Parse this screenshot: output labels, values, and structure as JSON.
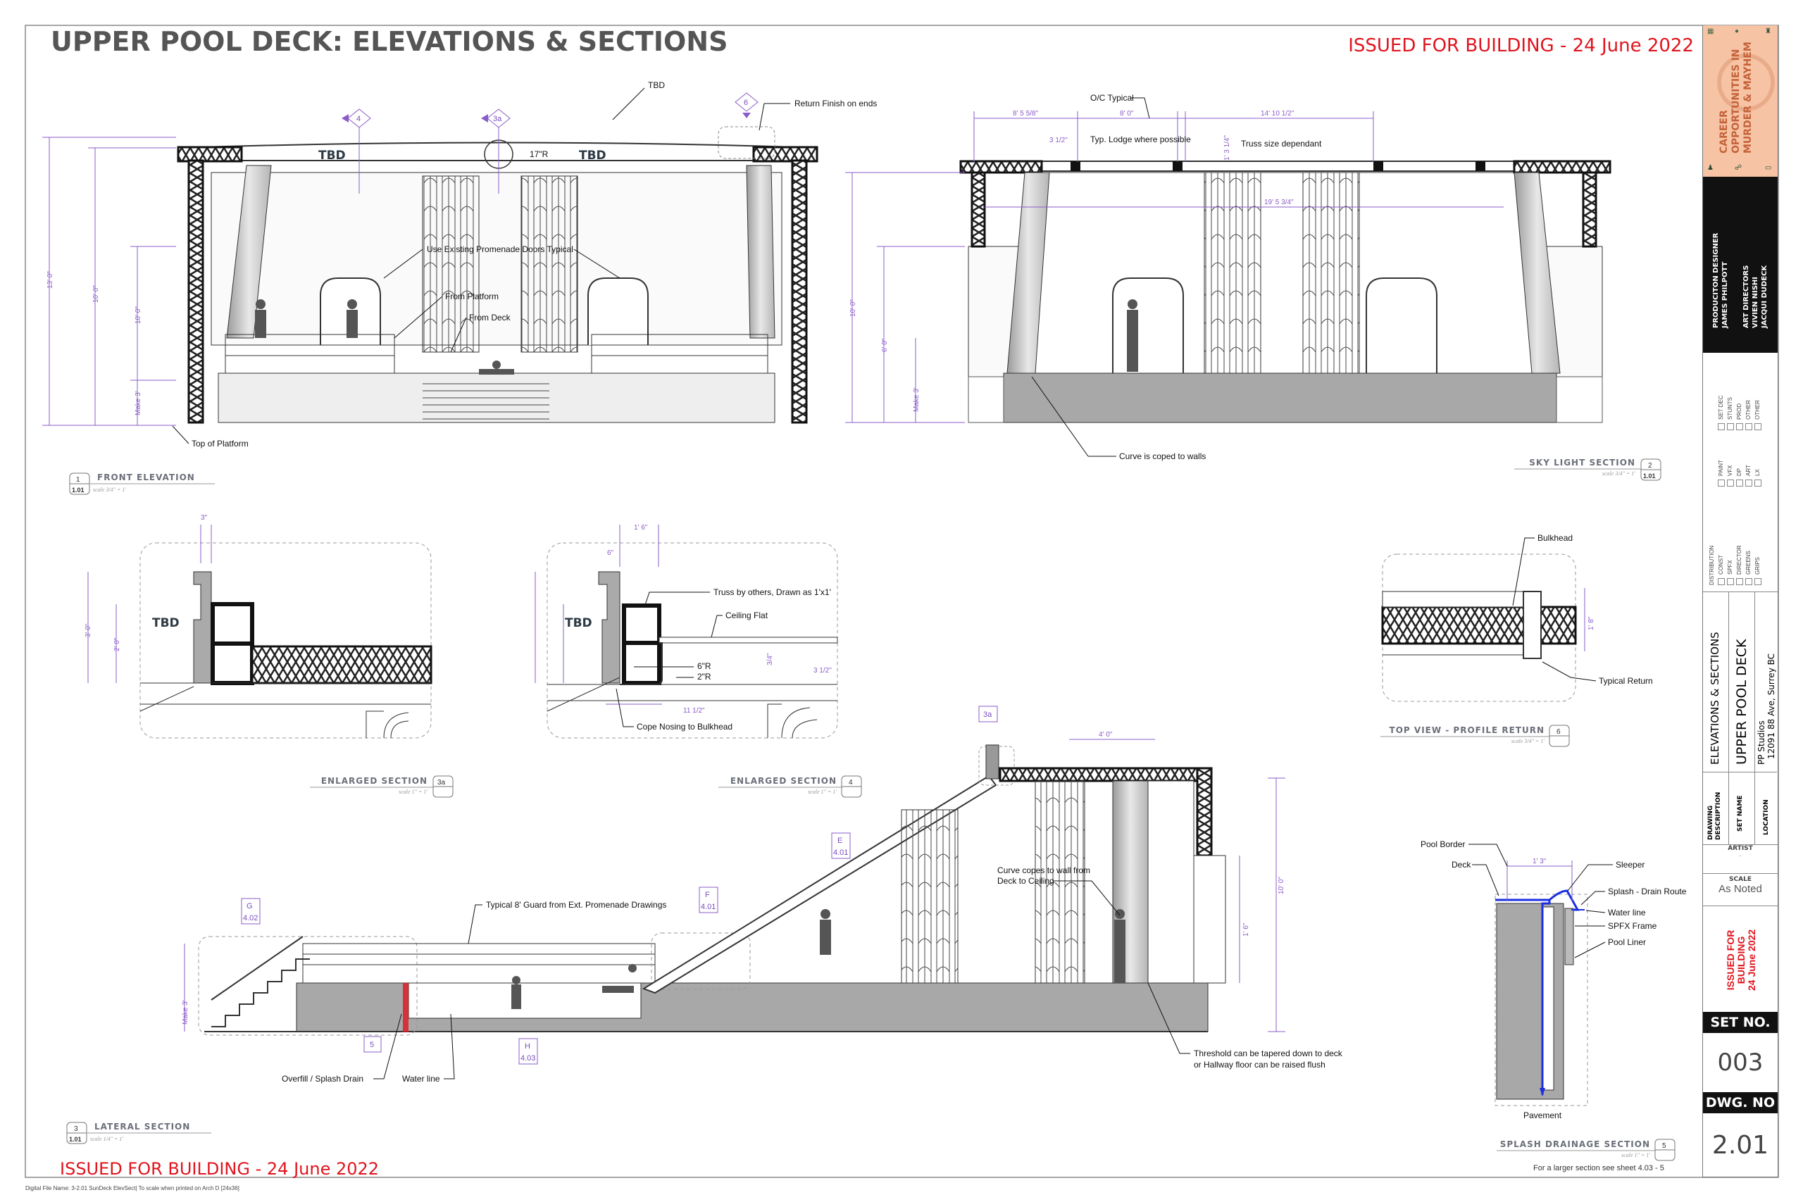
{
  "header": {
    "title": "UPPER POOL DECK: ELEVATIONS & SECTIONS",
    "issued": "ISSUED FOR BUILDING - 24 June 2022"
  },
  "views": {
    "front": {
      "number": "1",
      "sheet": "1.01",
      "title": "FRONT ELEVATION",
      "scale": "scale 3/4\" = 1'",
      "labels": {
        "tbd_top": "TBD",
        "tbd_left": "TBD",
        "tbd_right": "TBD",
        "return_finish": "Return Finish on ends",
        "radius": "17\"R",
        "doors": "Use Existing Promenade Doors Typical",
        "from_platform": "From Platform",
        "from_deck": "From Deck",
        "top_platform": "Top of Platform"
      },
      "markers": [
        "4",
        "3a",
        "6"
      ],
      "dims": [
        "13' 0\"",
        "10' 0\"",
        "10' 0\"",
        "Make 3'"
      ]
    },
    "skylight": {
      "number": "2",
      "sheet": "1.01",
      "title": "SKY LIGHT SECTION",
      "scale": "scale 3/4\" = 1'",
      "labels": {
        "oc_typical": "O/C Typical",
        "ledge": "Typ. Lodge where possible",
        "truss_size": "Truss size dependant",
        "curve_coped": "Curve is coped to walls"
      },
      "dims": [
        "8' 5 5/8\"",
        "8' 0\"",
        "14' 10 1/2\"",
        "19' 5 3/4\"",
        "1' 3 1/4\"",
        "3 1/2\"",
        "10' 0\"",
        "6' 0\"",
        "Make 3'"
      ]
    },
    "enlarged_3a": {
      "number": "3a",
      "title": "ENLARGED SECTION",
      "scale": "scale 1\" = 1'",
      "labels": {
        "tbd": "TBD"
      },
      "dims": [
        "3\"",
        "3' 0\"",
        "2' 0\""
      ]
    },
    "enlarged_4": {
      "number": "4",
      "title": "ENLARGED SECTION",
      "scale": "scale 1\" = 1'",
      "labels": {
        "tbd": "TBD",
        "truss": "Truss by others, Drawn as 1'x1'",
        "ceiling_flat": "Ceiling Flat",
        "r6": "6\"R",
        "r2": "2\"R",
        "cope_nosing": "Cope Nosing to Bulkhead"
      },
      "dims": [
        "1' 6\"",
        "6\"",
        "3/4\"",
        "3 1/2\"",
        "11 1/2\""
      ]
    },
    "top_view": {
      "number": "6",
      "title": "TOP VIEW - PROFILE RETURN",
      "scale": "scale 3/4\" = 1'",
      "labels": {
        "bulkhead": "Bulkhead",
        "typical_return": "Typical Return"
      },
      "dims": [
        "1' 8\""
      ]
    },
    "lateral": {
      "number": "3",
      "sheet": "1.01",
      "title": "LATERAL SECTION",
      "scale": "scale 1/4\" = 1'",
      "labels": {
        "guard": "Typical 8' Guard from Ext. Promenade Drawings",
        "curve_l1": "Curve copes to wall from",
        "curve_l2": "Deck to Ceiling",
        "overfill": "Overfill / Splash Drain",
        "water_line": "Water line",
        "threshold_l1": "Threshold can be tapered down to deck",
        "threshold_l2": "or Hallway floor can be raised flush"
      },
      "markers": [
        {
          "letter": "G",
          "sheet": "4.02"
        },
        {
          "letter": "F",
          "sheet": "4.01"
        },
        {
          "letter": "E",
          "sheet": "4.01"
        },
        {
          "letter": "H",
          "sheet": "4.03"
        },
        {
          "letter": "5",
          "sheet": ""
        },
        {
          "letter": "3a",
          "sheet": ""
        }
      ],
      "dims": [
        "10' 0\"",
        "Make 3'",
        "4' 0\"",
        "1' 6\""
      ]
    },
    "splash": {
      "number": "5",
      "title": "SPLASH DRAINAGE SECTION",
      "scale": "scale 1\" = 1'",
      "labels": {
        "pool_border": "Pool Border",
        "deck": "Deck",
        "sleeper": "Sleeper",
        "drain_route": "Splash - Drain Route",
        "water_line": "Water line",
        "spfx_frame": "SPFX Frame",
        "pool_liner": "Pool Liner",
        "pavement": "Pavement"
      },
      "dims": [
        "1' 3\""
      ],
      "note": "For a larger section see sheet 4.03 - 5"
    }
  },
  "footer": {
    "issued": "ISSUED FOR BUILDING - 24 June 2022",
    "file_name": "Digital File Name: 3-2.01 SunDeck ElevSect| To scale when printed on Arch D [24x36]"
  },
  "title_block": {
    "show_name": [
      "CAREER",
      "OPPORTUNITIES IN",
      "MURDER & MAYHEM"
    ],
    "production_designer_label": "PRODUCITON DESIGNER",
    "production_designer": "JAMES PHILPOTT",
    "art_directors_label": "ART DIRECTORS",
    "art_directors": [
      "VIVIEN NISHI",
      "JACQUI DUDECK"
    ],
    "distribution_label": "DISTRIBUTION",
    "distribution": [
      [
        "CONST",
        "SPFX",
        "DIRECTOR",
        "GREENS",
        "GRIPS"
      ],
      [
        "PAINT",
        "VFX",
        "DP",
        "ART",
        "LX"
      ],
      [
        "SET DEC",
        "STUNTS",
        "PROD",
        "OTHER",
        "OTHER"
      ]
    ],
    "drawing_description_label": "DRAWING DESCRIPTION",
    "drawing_description": "ELEVATIONS & SECTIONS",
    "set_name_label": "SET NAME",
    "set_name": "UPPER POOL DECK",
    "location_label": "LOCATION",
    "location_l1": "PP Studios",
    "location_l2": "12091 88 Ave, Surrey BC",
    "artist_label": "ARTIST",
    "artist": "-",
    "scale_label": "SCALE",
    "scale": "As Noted",
    "stamp": [
      "ISSUED FOR",
      "BUILDING",
      "24 June 2022"
    ],
    "set_no_label": "SET NO.",
    "set_no": "003",
    "dwg_no_label": "DWG. NO",
    "dwg_no": "2.01"
  },
  "colors": {
    "accent_red": "#e0141e",
    "dimension": "#8a5cc8",
    "brand_bg": "#f6c4a4",
    "brand_text": "#c4623a"
  }
}
